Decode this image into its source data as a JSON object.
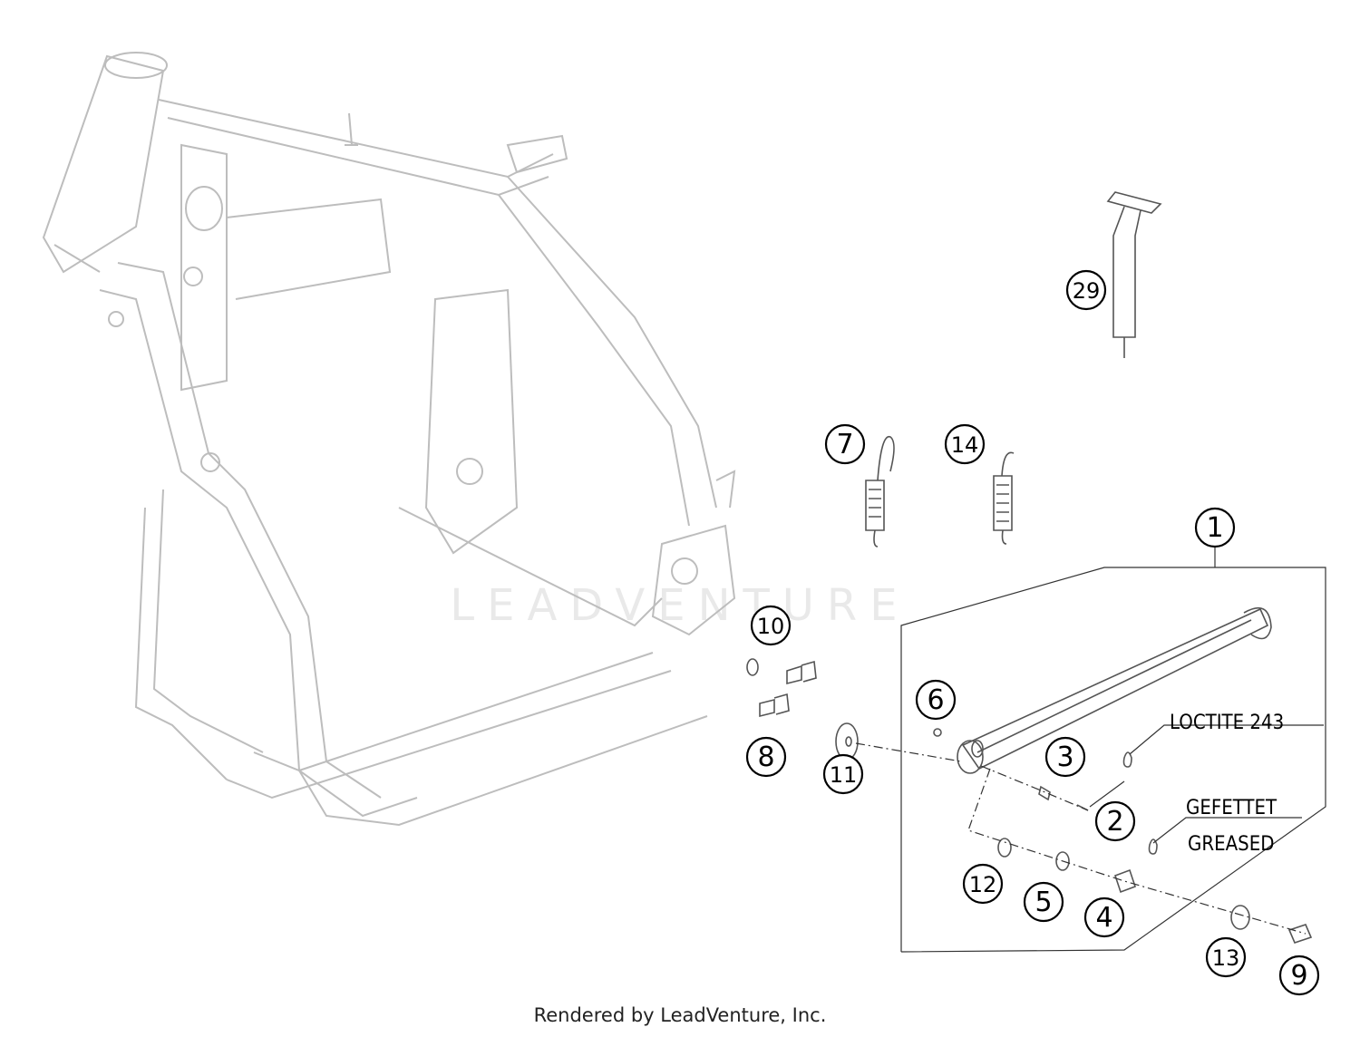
{
  "diagram": {
    "callouts": [
      {
        "id": "c1",
        "label": "1"
      },
      {
        "id": "c2",
        "label": "2"
      },
      {
        "id": "c3",
        "label": "3"
      },
      {
        "id": "c4",
        "label": "4"
      },
      {
        "id": "c5",
        "label": "5"
      },
      {
        "id": "c6",
        "label": "6"
      },
      {
        "id": "c7",
        "label": "7"
      },
      {
        "id": "c8",
        "label": "8"
      },
      {
        "id": "c9",
        "label": "9"
      },
      {
        "id": "c10",
        "label": "10"
      },
      {
        "id": "c11",
        "label": "11"
      },
      {
        "id": "c12",
        "label": "12"
      },
      {
        "id": "c13",
        "label": "13"
      },
      {
        "id": "c14",
        "label": "14"
      },
      {
        "id": "c29",
        "label": "29"
      }
    ],
    "notes": {
      "loctite": "LOCTITE 243",
      "gefettet": "GEFETTET",
      "greased": "GREASED"
    },
    "watermark": "LEADVENTURE"
  },
  "footer": "Rendered by LeadVenture, Inc."
}
